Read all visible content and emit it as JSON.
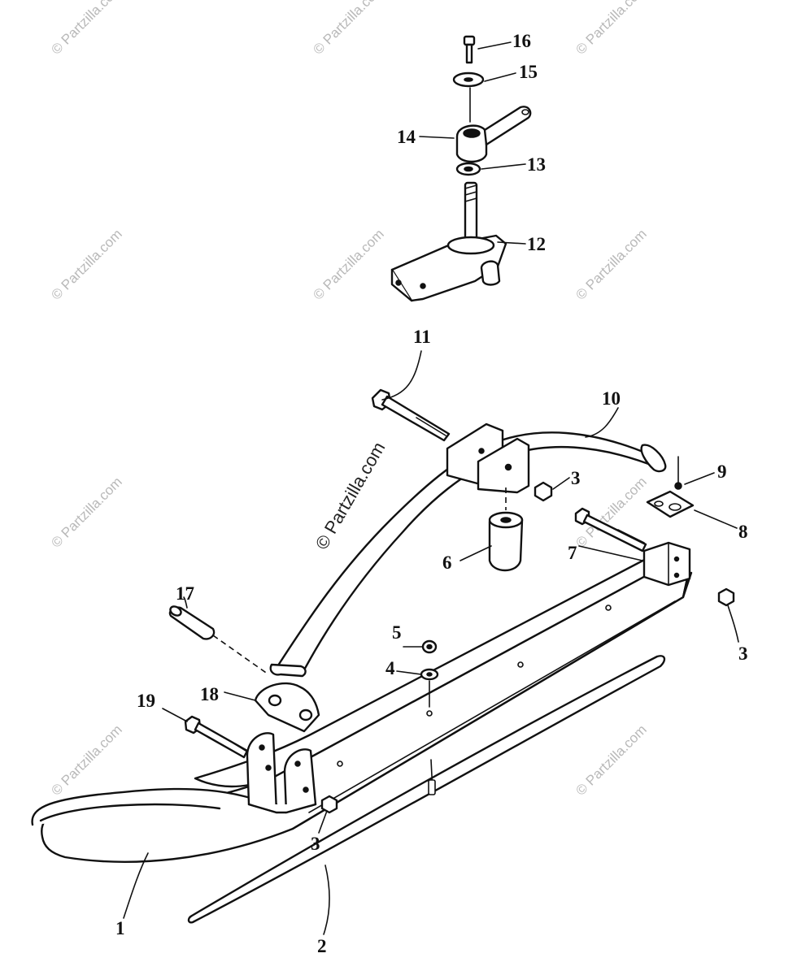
{
  "watermark": {
    "text": "© Partzilla.com",
    "tile_text": "© Partzilla.com"
  },
  "callouts": {
    "c1": "1",
    "c2": "2",
    "c3a": "3",
    "c3b": "3",
    "c3c": "3",
    "c4": "4",
    "c5": "5",
    "c6": "6",
    "c7": "7",
    "c8": "8",
    "c9": "9",
    "c10": "10",
    "c11": "11",
    "c12": "12",
    "c13": "13",
    "c14": "14",
    "c15": "15",
    "c16": "16",
    "c17": "17",
    "c18": "18",
    "c19": "19"
  },
  "colors": {
    "ink": "#111111",
    "watermark": "#b9b9b9",
    "background": "#ffffff"
  }
}
